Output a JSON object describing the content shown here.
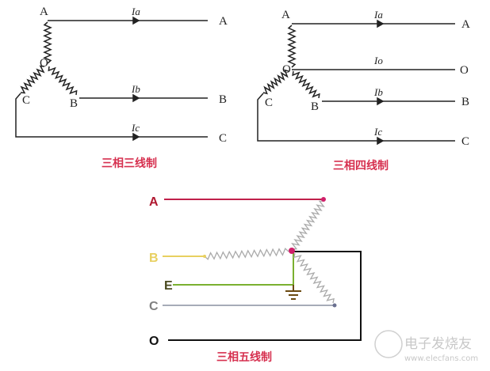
{
  "diagram_three_wire": {
    "title": "三相三线制",
    "terminals": {
      "a": "A",
      "b": "B",
      "c": "C",
      "neutral": "O"
    },
    "outputs": [
      "A",
      "B",
      "C"
    ],
    "currents": {
      "a": "Ia",
      "b": "Ib",
      "c": "Ic"
    }
  },
  "diagram_four_wire": {
    "title": "三相四线制",
    "terminals": {
      "a": "A",
      "b": "B",
      "c": "C",
      "neutral": "O"
    },
    "outputs": [
      "A",
      "O",
      "B",
      "C"
    ],
    "currents": {
      "a": "Ia",
      "o": "Io",
      "b": "Ib",
      "c": "Ic"
    }
  },
  "diagram_five_wire": {
    "title": "三相五线制",
    "lines": {
      "a": "A",
      "b": "B",
      "e": "E",
      "c": "C",
      "o": "O"
    },
    "colors": {
      "a": "#c0204a",
      "b": "#e8d060",
      "e": "#7ab030",
      "c": "#8890a0",
      "o": "#111111",
      "coil": "#aaaaaa",
      "node": "#d0206a"
    }
  },
  "watermark": {
    "brand": "电子发烧友",
    "url": "www.elecfans.com"
  },
  "colors": {
    "title": "#d6304f",
    "wire": "#222222"
  }
}
